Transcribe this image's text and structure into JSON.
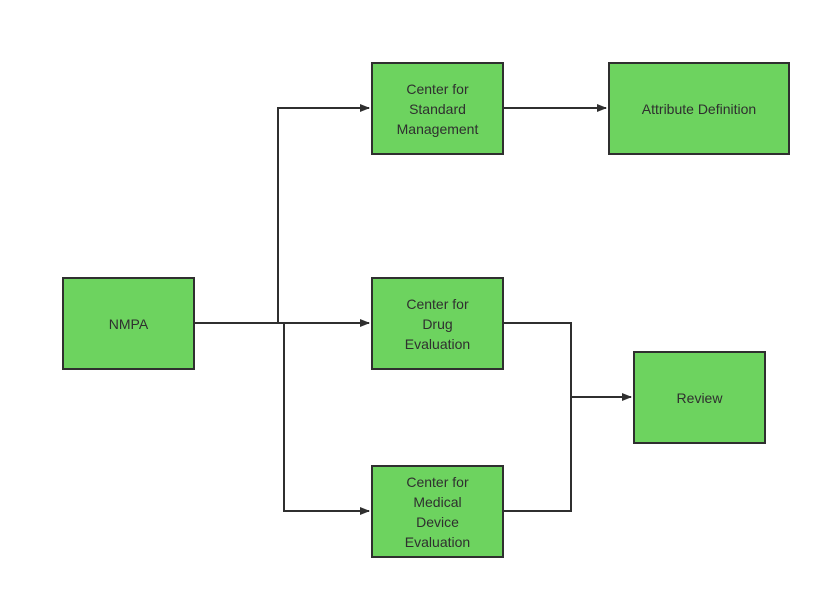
{
  "diagram": {
    "colors": {
      "node_fill": "#6dd35f",
      "node_border": "#2f2f2f",
      "connector": "#2f2f2f",
      "text": "#2f2f2f"
    },
    "nodes": {
      "nmpa": "NMPA",
      "center_standard_management": "Center for\nStandard\nManagement",
      "attribute_definition": "Attribute Definition",
      "center_drug_evaluation": "Center for\nDrug\nEvaluation",
      "review": "Review",
      "center_medical_device_evaluation": "Center for\nMedical\nDevice\nEvaluation"
    },
    "edges": [
      {
        "from": "NMPA",
        "to": "Center for Standard Management"
      },
      {
        "from": "NMPA",
        "to": "Center for Drug Evaluation"
      },
      {
        "from": "NMPA",
        "to": "Center for Medical Device Evaluation"
      },
      {
        "from": "Center for Standard Management",
        "to": "Attribute Definition"
      },
      {
        "from": "Center for Drug Evaluation",
        "to": "Review"
      },
      {
        "from": "Center for Medical Device Evaluation",
        "to": "Review"
      }
    ]
  }
}
